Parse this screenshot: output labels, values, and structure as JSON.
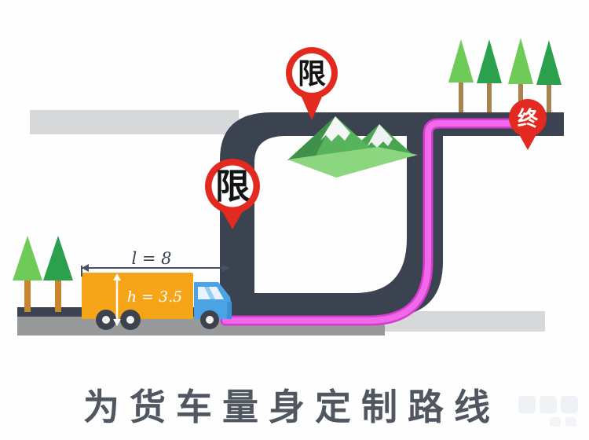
{
  "caption": {
    "text": "为货车量身定制路线"
  },
  "pins": {
    "limit_top": {
      "label": "限"
    },
    "limit_left": {
      "label": "限"
    },
    "destination": {
      "label": "终"
    }
  },
  "truck": {
    "length_label": "l = 8",
    "height_label": "h = 3.5"
  },
  "colors": {
    "road_dark": "#3b4250",
    "road_light": "#d6d8da",
    "road_gray": "#97999b",
    "route_pink": "#f268ea",
    "route_pink_dark": "#d63bd0",
    "pin_red": "#e22a20",
    "pin_inner_white": "#ffffff",
    "pin_text_black": "#141414",
    "truck_orange": "#f6a418",
    "truck_blue": "#4ba3e3",
    "windshield_blue": "#e8f3fd",
    "tree_light": "#6fcb58",
    "tree_dark": "#2ba14d",
    "trunk_tan": "#a8834f",
    "trunk_orange": "#c8872f",
    "mountain_green": "#57b35c",
    "mountain_green_dark": "#3f9149",
    "mountain_skirt": "#8bd67f",
    "snow_white": "#f4f7f5",
    "dimension_line": "#475163",
    "caption_gray": "#3f4650"
  }
}
